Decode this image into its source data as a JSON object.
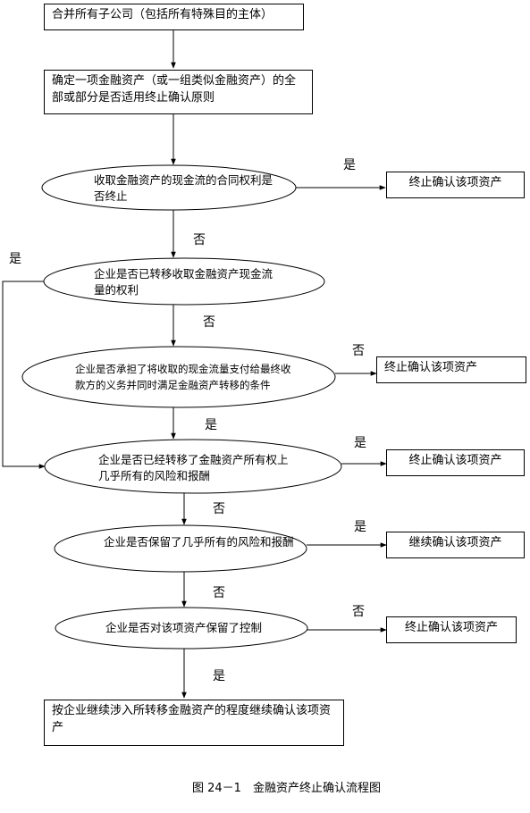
{
  "nodes": {
    "start": "合并所有子公司（包括所有特殊目的主体）",
    "determine": "确定一项金融资产（或一组类似金融资产）的全部或部分是否适用终止确认原则",
    "q1": "收取金融资产的现金流的合同权利是否终止",
    "q2": "企业是否已转移收取金融资产现金流量的权利",
    "q3": "企业是否承担了将收取的现金流量支付给最终收款方的义务并同时满足金融资产转移的条件",
    "q4": "企业是否已经转移了金融资产所有权上几乎所有的风险和报酬",
    "q5": "企业是否保留了几乎所有的风险和报酬",
    "q6": "企业是否对该项资产保留了控制",
    "r1": "终止确认该项资产",
    "r3": "终止确认该项资产",
    "r4": "终止确认该项资产",
    "r5": "继续确认该项资产",
    "r6": "终止确认该项资产",
    "end": "按企业继续涉入所转移金融资产的程度继续确认该项资产"
  },
  "labels": {
    "yes": "是",
    "no": "否"
  },
  "caption": "图 24－1　金融资产终止确认流程图"
}
